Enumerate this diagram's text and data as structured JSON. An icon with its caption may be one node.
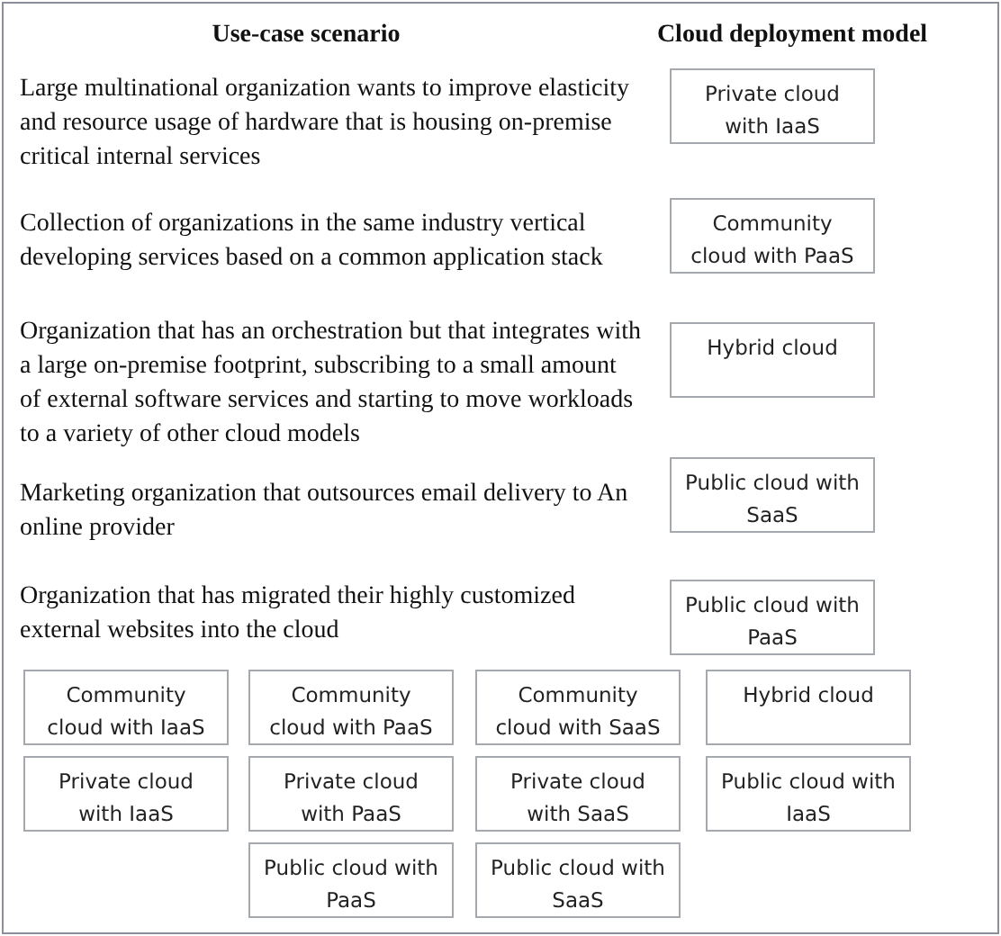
{
  "diagram": {
    "nodes": [
      {
        "text": [
          "Private cloud with IaaS"
        ]
      },
      {
        "text": [
          "Community cloud with PaaS"
        ]
      },
      {
        "text": [
          "Hybrid cloud"
        ]
      },
      {
        "text": [
          "Public cloud with SaaS"
        ]
      },
      {
        "text": [
          "Public cloud with PaaS"
        ]
      },
      {
        "text": [
          "Community cloud with IaaS"
        ]
      },
      {
        "text": [
          "Community cloud with PaaS"
        ]
      },
      {
        "text": [
          "Community cloud with SaaS"
        ]
      },
      {
        "text": [
          "Hybrid cloud"
        ]
      },
      {
        "text": [
          "Private cloud with IaaS"
        ]
      },
      {
        "text": [
          "Private cloud with PaaS"
        ]
      },
      {
        "text": [
          "Private cloud with SaaS"
        ]
      },
      {
        "text": [
          "Public cloud with IaaS"
        ]
      },
      {
        "text": [
          "Public cloud with PaaS"
        ]
      },
      {
        "text": [
          "Public cloud with SaaS"
        ]
      }
    ],
    "labels": [
      "Use-case scenario",
      "Cloud deployment model",
      "Large multinational organization wants to improve elasticity and resource usage of hardware that is housing on-premise critical internal services",
      "Collection of organizations in the same industry vertical developing services based on a common application stack",
      "Organization that has an orchestration but that integrates with a large on-premise footprint, subscribing to a small amount of external software services and starting to move workloads to a variety of other cloud models",
      "Marketing organization that outsources email delivery to An online provider",
      "Organization that has migrated their highly customized external websites into the cloud"
    ]
  }
}
